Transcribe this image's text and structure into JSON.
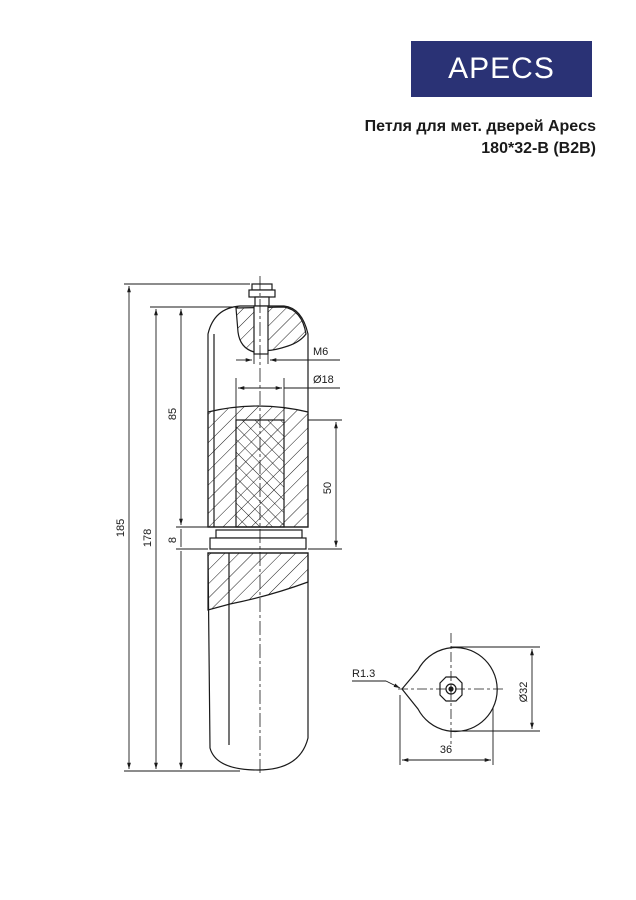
{
  "logo": {
    "text": "APECS",
    "bg_color": "#2a3275"
  },
  "title": {
    "line1": "Петля для мет. дверей Apecs",
    "line2": "180*32-B (B2B)"
  },
  "dimensions": {
    "overall_length": "185",
    "body_length": "178",
    "upper_part": "85",
    "gap": "8",
    "pin_length": "50",
    "thread": "M6",
    "pin_diameter": "Ø18",
    "tip_radius": "R1.3",
    "diameter": "Ø32",
    "width": "36"
  }
}
